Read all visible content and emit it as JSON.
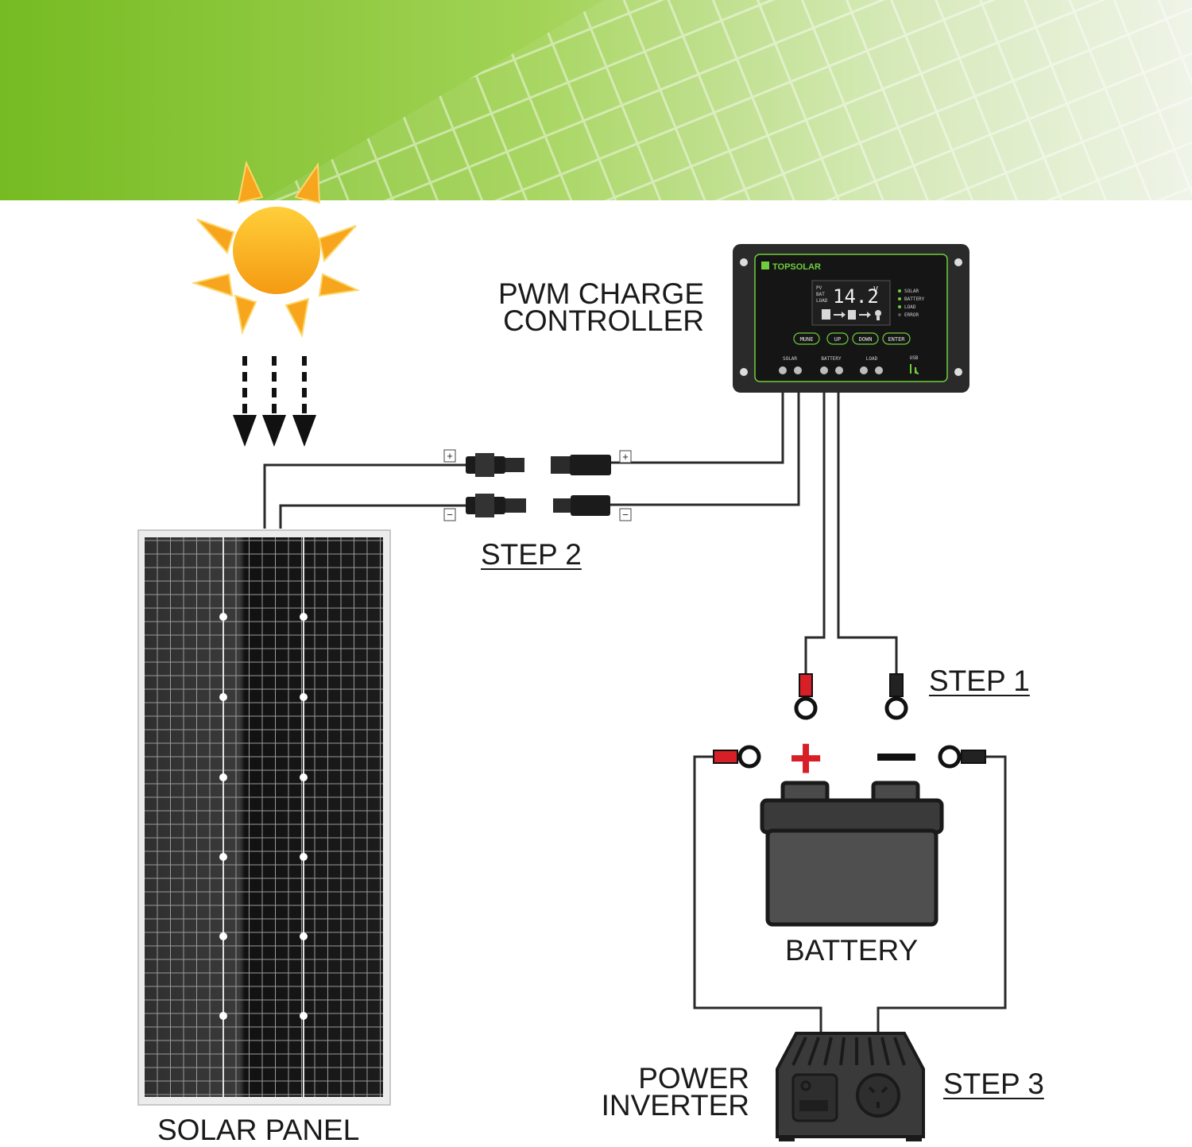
{
  "labels": {
    "controller_line1": "PWM CHARGE",
    "controller_line2": "CONTROLLER",
    "step2": "STEP 2",
    "step1": "STEP 1",
    "step3": "STEP 3",
    "battery": "BATTERY",
    "inverter_line1": "POWER",
    "inverter_line2": "INVERTER",
    "solar_panel": "SOLAR PANEL"
  },
  "controller": {
    "brand": "TOPSOLAR",
    "voltage": "14.2",
    "unit": "V",
    "mini_labels": [
      "PV",
      "BAT",
      "LOAD"
    ],
    "indicators": [
      "SOLAR",
      "BATTERY",
      "LOAD",
      "ERROR"
    ],
    "buttons": [
      "MUNE",
      "UP",
      "DOWN",
      "ENTER"
    ],
    "terminals": [
      "SOLAR",
      "BATTERY",
      "LOAD"
    ],
    "usb": "USB"
  },
  "connector_signs": {
    "plus": "+",
    "minus": "−"
  },
  "battery_signs": {
    "plus": "+",
    "minus": "−"
  },
  "colors": {
    "banner_green": "#7dbd2a",
    "positive_red": "#d61f26",
    "wire": "#2a2a2a",
    "controller_accent": "#6fce3c",
    "sun": "#f7a51c"
  }
}
